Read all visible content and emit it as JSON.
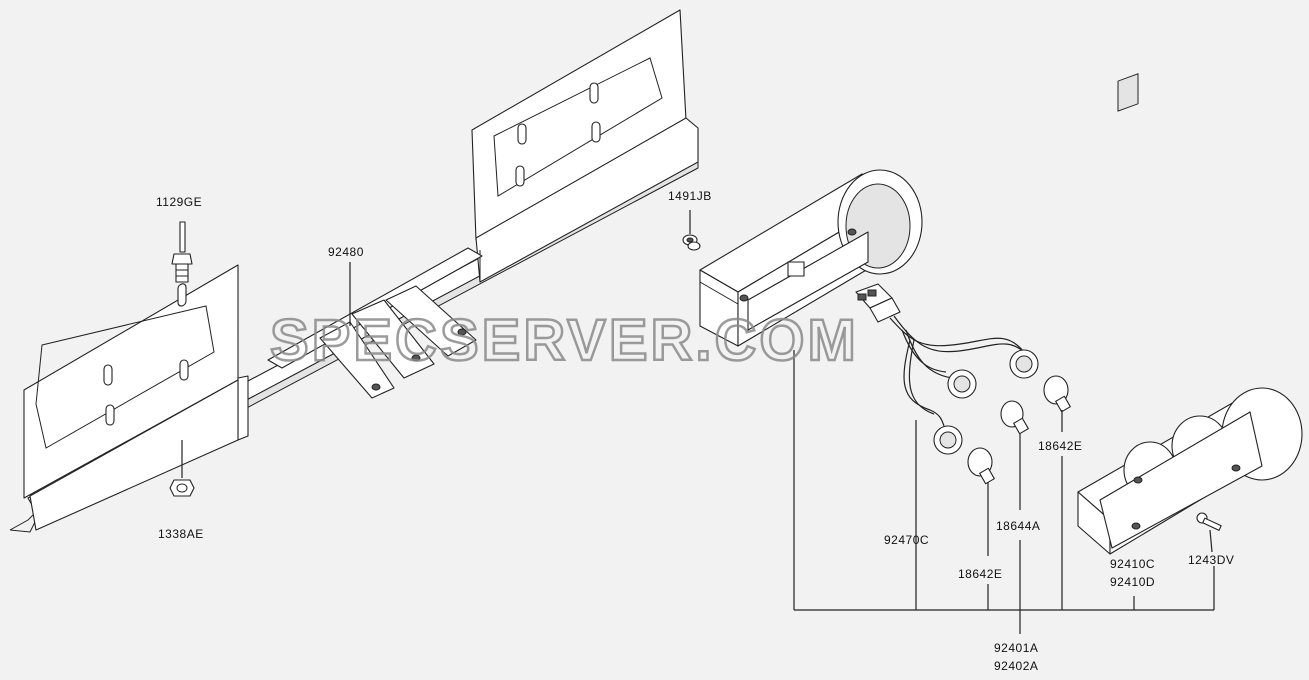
{
  "watermark": "SPECSERVER.COM",
  "labels": {
    "l1129ge": "1129GE",
    "l1338ae": "1338AE",
    "l92480": "92480",
    "l1491jb": "1491JB",
    "l92470c": "92470C",
    "l18644a": "18644A",
    "l18642e_left": "18642E",
    "l18642e_right": "18642E",
    "l92410c": "92410C",
    "l92410d": "92410D",
    "l1243dv": "1243DV",
    "l92401a": "92401A",
    "l92402a": "92402A"
  }
}
